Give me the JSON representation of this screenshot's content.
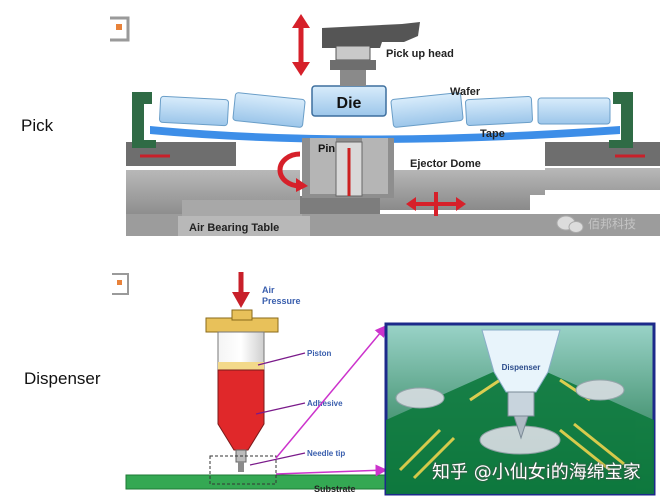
{
  "sections": {
    "pick": {
      "label": "Pick",
      "callouts": {
        "pick_up_head": "Pick up head",
        "die": "Die",
        "wafer": "Wafer",
        "tape": "Tape",
        "pin": "Pin",
        "ejector_dome": "Ejector Dome",
        "air_bearing_table": "Air Bearing Table"
      },
      "watermark": "佰邦科技"
    },
    "dispenser": {
      "label": "Dispenser",
      "callouts": {
        "air_pressure_line1": "Air",
        "air_pressure_line2": "Pressure",
        "piston": "Piston",
        "adhesive": "Adhesive",
        "needle_tip": "Needle tip",
        "substrate": "Substrate",
        "inset_dispenser": "Dispenser"
      }
    }
  },
  "footer_watermark": "知乎 @小仙女i的海绵宝家",
  "colors": {
    "die_blue": "#b8d8f2",
    "tape_blue": "#3d8ee8",
    "frame_green": "#2f6b45",
    "gray_base": "#9c9c9c",
    "arrow_red": "#d6202a",
    "adhesive_red": "#e0282a",
    "syringe_gold": "#e8c15a",
    "substrate_green": "#34a853",
    "inset_border": "#1c2a8a",
    "magenta_line": "#cc33cc"
  },
  "icons": [
    "logo-mark-icon",
    "wechat-icon"
  ]
}
